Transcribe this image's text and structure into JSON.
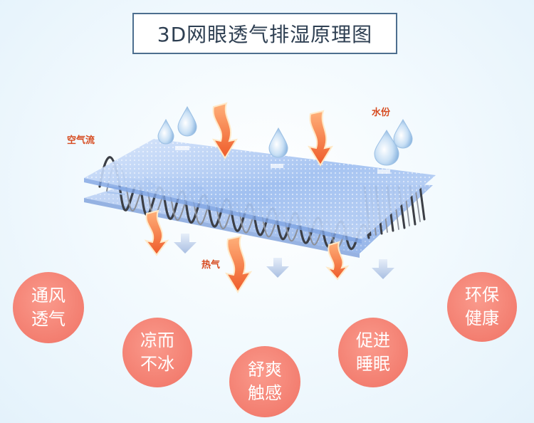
{
  "title": "3D网眼透气排湿原理图",
  "labels": {
    "airflow": "空气流",
    "moisture": "水份",
    "heat": "热气"
  },
  "benefits": [
    {
      "line1": "通风",
      "line2": "透气"
    },
    {
      "line1": "凉而",
      "line2": "不冰"
    },
    {
      "line1": "舒爽",
      "line2": "触感"
    },
    {
      "line1": "促进",
      "line2": "睡眠"
    },
    {
      "line1": "环保",
      "line2": "健康"
    }
  ],
  "colors": {
    "bubble": "#f37e70",
    "arrow_heat": "#f26a3a",
    "arrow_down": "#b9cbe6",
    "droplet": "#9ec3e6",
    "mesh": "#5f8fd6",
    "title_border": "#4d6f8f"
  },
  "icons": [
    "water-drop-icon",
    "heat-wave-arrow-icon",
    "down-arrow-icon",
    "airflow-arrow-icon"
  ]
}
